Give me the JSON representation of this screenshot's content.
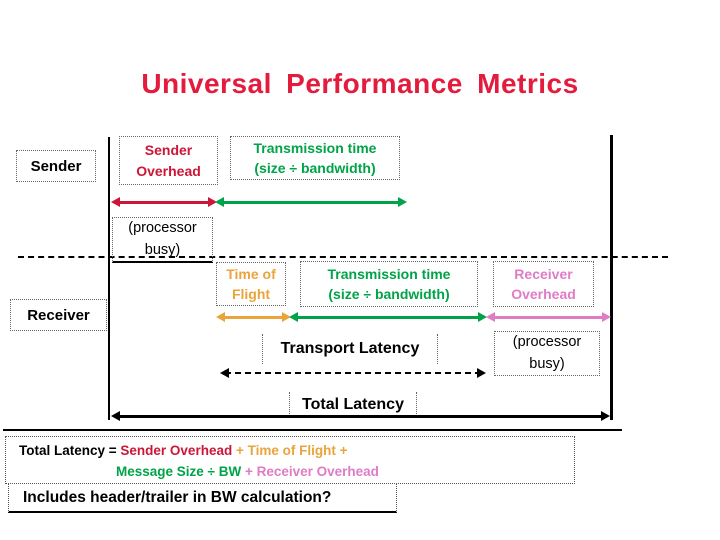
{
  "slide": {
    "title": "Universal Performance Metrics"
  },
  "colors": {
    "title": "#e31b3d",
    "crimson": "#cc1637",
    "green": "#00a347",
    "orange": "#e9a43b",
    "pink": "#df7cc6",
    "black": "#000000"
  },
  "diagram": {
    "sender": "Sender",
    "receiver": "Receiver",
    "sender_overhead_l1": "Sender",
    "sender_overhead_l2": "Overhead",
    "transmission_top_l1": "Transmission time",
    "transmission_top_l2": "(size ÷ bandwidth)",
    "processor_busy_top_l1": "(processor",
    "processor_busy_top_l2": "busy)",
    "time_of_flight_l1": "Time of",
    "time_of_flight_l2": "Flight",
    "transmission_bottom_l1": "Transmission time",
    "transmission_bottom_l2": "(size ÷ bandwidth)",
    "receiver_overhead_l1": "Receiver",
    "receiver_overhead_l2": "Overhead",
    "processor_busy_bottom_l1": "(processor",
    "processor_busy_bottom_l2": "busy)",
    "transport_latency": "Transport Latency",
    "total_latency": "Total Latency"
  },
  "formula": {
    "part1_black": "Total Latency = ",
    "part2_crimson": "Sender Overhead",
    "part3_orange": " + Time of Flight +",
    "part4_green": "Message Size ÷ BW ",
    "part5_pink": "+ Receiver Overhead"
  },
  "footnote": "Includes header/trailer in BW calculation?"
}
